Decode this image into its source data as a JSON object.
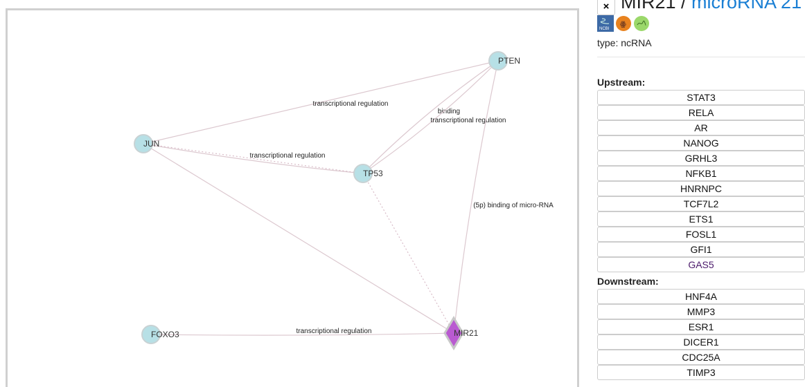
{
  "graph": {
    "nodes": [
      {
        "id": "PTEN",
        "shape": "circle"
      },
      {
        "id": "JUN",
        "shape": "circle"
      },
      {
        "id": "TP53",
        "shape": "circle"
      },
      {
        "id": "FOXO3",
        "shape": "circle"
      },
      {
        "id": "MIR21",
        "shape": "diamond"
      }
    ],
    "edges": [
      {
        "from": "JUN",
        "to": "PTEN",
        "label": "transcriptional regulation",
        "style": "solid"
      },
      {
        "from": "TP53",
        "to": "PTEN",
        "label": "binding",
        "style": "solid"
      },
      {
        "from": "TP53",
        "to": "PTEN",
        "label": "transcriptional regulation",
        "style": "solid"
      },
      {
        "from": "JUN",
        "to": "TP53",
        "label": "transcriptional regulation",
        "style": "solid"
      },
      {
        "from": "JUN",
        "to": "TP53",
        "label": "",
        "style": "dotted"
      },
      {
        "from": "JUN",
        "to": "MIR21",
        "label": "transcriptional regulation",
        "style": "solid"
      },
      {
        "from": "TP53",
        "to": "MIR21",
        "label": "",
        "style": "dotted"
      },
      {
        "from": "PTEN",
        "to": "MIR21",
        "label": "(5p) binding of micro-RNA",
        "style": "solid"
      },
      {
        "from": "FOXO3",
        "to": "MIR21",
        "label": "transcriptional regulation",
        "style": "solid"
      }
    ],
    "colors": {
      "gene": "#b7e0e6",
      "mirna": "#b95ad1"
    }
  },
  "panel": {
    "close": "×",
    "symbol": "MIR21 /",
    "name": "microRNA 21",
    "links": [
      "ncbi-icon",
      "genecards-icon",
      "wikigenes-icon"
    ],
    "type": "type: ncRNA",
    "upstream_label": "Upstream:",
    "upstream": [
      "STAT3",
      "RELA",
      "AR",
      "NANOG",
      "GRHL3",
      "NFKB1",
      "HNRNPC",
      "TCF7L2",
      "ETS1",
      "FOSL1",
      "GFI1",
      "GAS5"
    ],
    "downstream_label": "Downstream:",
    "downstream": [
      "HNF4A",
      "MMP3",
      "ESR1",
      "DICER1",
      "CDC25A",
      "TIMP3"
    ]
  }
}
